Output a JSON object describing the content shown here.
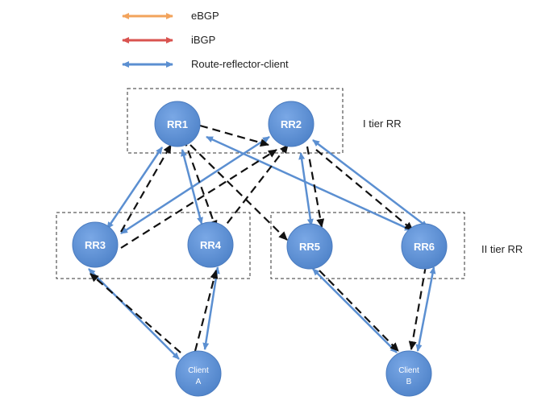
{
  "legend": [
    {
      "label": "eBGP",
      "color": "#f2a35c"
    },
    {
      "label": "iBGP",
      "color": "#d9534f"
    },
    {
      "label": "Route-reflector-client",
      "color": "#5b8fd1"
    }
  ],
  "tiers": {
    "tier1_label": "I tier RR",
    "tier2_label": "II tier RR"
  },
  "nodes": {
    "rr1": "RR1",
    "rr2": "RR2",
    "rr3": "RR3",
    "rr4": "RR4",
    "rr5": "RR5",
    "rr6": "RR6",
    "clientA": [
      "Client",
      "A"
    ],
    "clientB": [
      "Client",
      "B"
    ]
  },
  "colors": {
    "node_fill": "#5b8fd1",
    "node_stroke": "#4a7bbf",
    "client_link": "#5b8fd1",
    "update_path": "#111111",
    "box_stroke": "#333333"
  }
}
